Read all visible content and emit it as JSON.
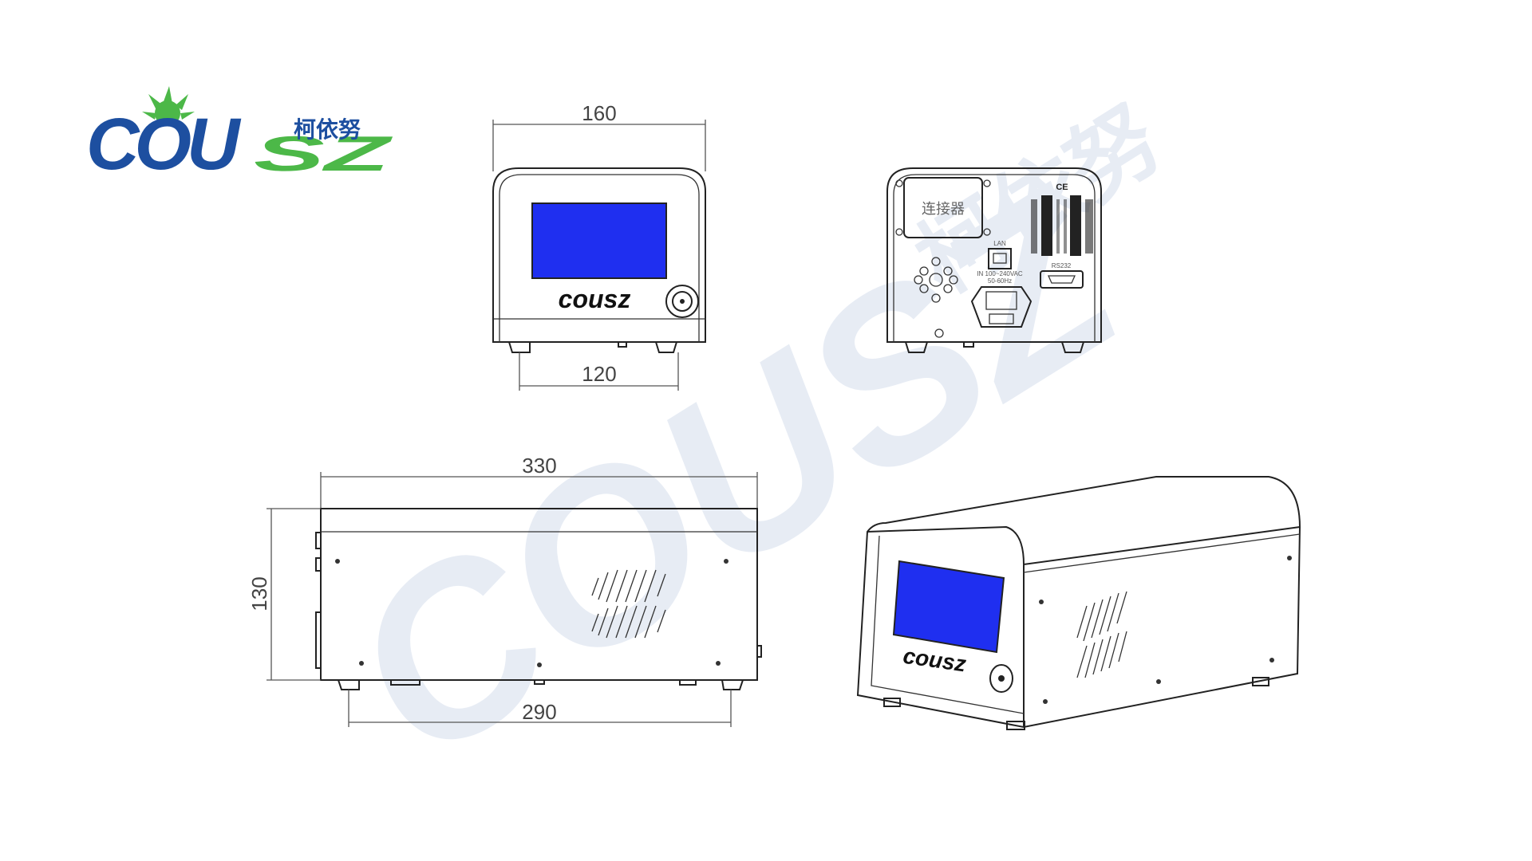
{
  "logo": {
    "brand": "COUSZ",
    "brand_left": "COU",
    "brand_right": "SZ",
    "chinese_name": "柯依努",
    "colors": {
      "blue": "#1d4fa0",
      "green": "#4cb848"
    }
  },
  "watermark": {
    "brand": "COUSZ",
    "chinese_name": "柯依努"
  },
  "front_view": {
    "width_dim": "160",
    "foot_dim": "120",
    "panel_logo": "cousz"
  },
  "back_view": {
    "connector_label": "连接器",
    "ce_mark": "CE",
    "lan_label": "LAN",
    "power_label_1": "IN 100~240VAC",
    "power_label_2": "50-60Hz",
    "serial_label": "RS232"
  },
  "side_view": {
    "length_dim": "330",
    "height_dim": "130",
    "foot_dim": "290"
  },
  "iso_view": {
    "panel_logo": "cousz"
  },
  "colors": {
    "screen": "#1f2ff0"
  }
}
